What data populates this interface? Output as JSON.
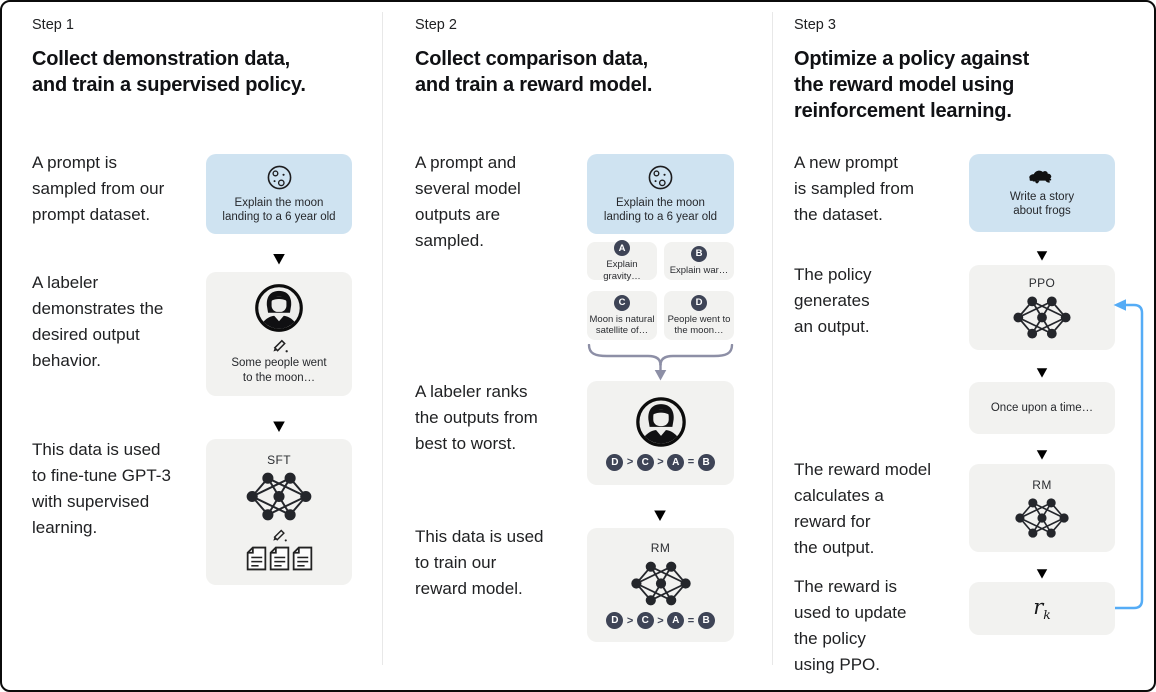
{
  "colors": {
    "prompt_box": "#cfe3f1",
    "node_box": "#f2f2f0",
    "arrow": "#8f91a8",
    "arrow_accent": "#55acf6",
    "badge": "#3e4456",
    "divider": "#e8e8e8"
  },
  "steps": [
    {
      "label": "Step 1",
      "title": "Collect demonstration data,\nand train a supervised policy.",
      "paragraphs": [
        "A prompt is\nsampled from our\nprompt dataset.",
        "A labeler\ndemonstrates the\ndesired output\nbehavior.",
        "This data is used\nto fine-tune GPT-3\nwith supervised\nlearning."
      ],
      "prompt_box": {
        "icon": "moon-icon",
        "text": "Explain the moon\nlanding to a 6 year old"
      },
      "labeler_box": {
        "icon": "labeler-avatar",
        "text": "Some people went\nto the moon…"
      },
      "model_box": {
        "label": "SFT",
        "icon": "neural-network-icon"
      }
    },
    {
      "label": "Step 2",
      "title": "Collect comparison data,\nand train a reward model.",
      "paragraphs": [
        "A prompt and\nseveral model\noutputs are\nsampled.",
        "A labeler ranks\nthe outputs from\nbest to worst.",
        "This data is used\nto train our\nreward model."
      ],
      "prompt_box": {
        "icon": "moon-icon",
        "text": "Explain the moon\nlanding to a 6 year old"
      },
      "outputs": [
        {
          "letter": "A",
          "text": "Explain gravity…"
        },
        {
          "letter": "B",
          "text": "Explain war…"
        },
        {
          "letter": "C",
          "text": "Moon is natural\nsatellite of…"
        },
        {
          "letter": "D",
          "text": "People went to\nthe moon…"
        }
      ],
      "ranking": {
        "items": [
          "D",
          "C",
          "A",
          "B"
        ],
        "ops": [
          ">",
          ">",
          "="
        ]
      },
      "model_box": {
        "label": "RM",
        "icon": "neural-network-icon"
      }
    },
    {
      "label": "Step 3",
      "title": "Optimize a policy against\nthe reward model using\nreinforcement learning.",
      "paragraphs": [
        "A new prompt\nis sampled from\nthe dataset.",
        "The policy\ngenerates\nan output.",
        "The reward model\ncalculates a\nreward for\nthe output.",
        "The reward is\nused to update\nthe policy\nusing PPO."
      ],
      "prompt_box": {
        "icon": "frog-icon",
        "text": "Write a story\nabout frogs"
      },
      "ppo_box": {
        "label": "PPO",
        "icon": "neural-network-icon"
      },
      "output_box": {
        "text": "Once upon a time…"
      },
      "rm_box": {
        "label": "RM",
        "icon": "neural-network-icon"
      },
      "reward_box": {
        "base": "r",
        "sub": "k"
      }
    }
  ]
}
